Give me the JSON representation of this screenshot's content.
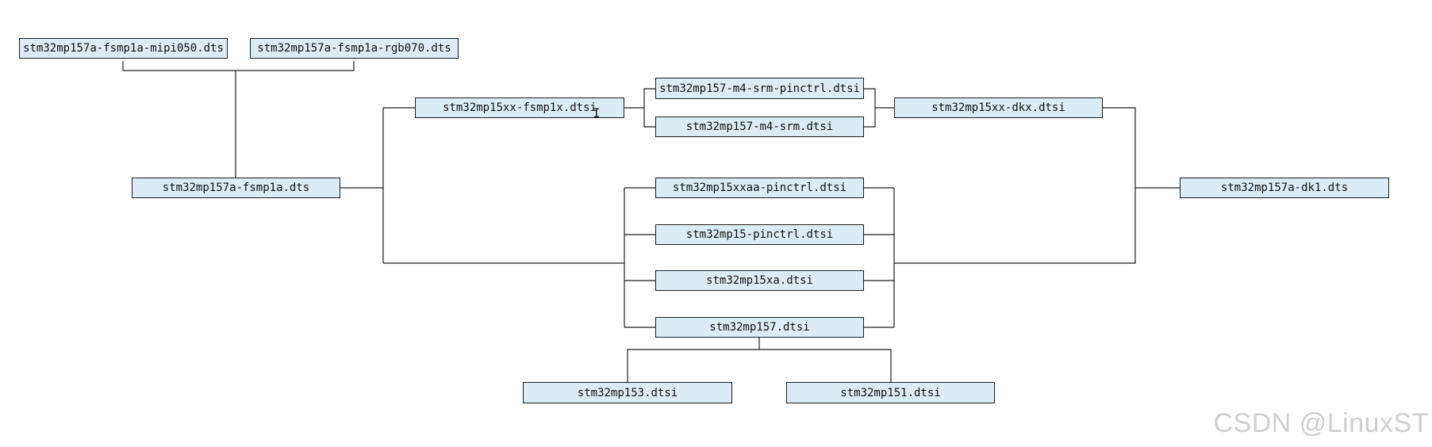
{
  "diagram": {
    "nodes": {
      "mipi050": "stm32mp157a-fsmp1a-mipi050.dts",
      "rgb070": "stm32mp157a-fsmp1a-rgb070.dts",
      "fsmp1a": "stm32mp157a-fsmp1a.dts",
      "fsmp1x": "stm32mp15xx-fsmp1x.dtsi",
      "m4_srm_pinctrl": "stm32mp157-m4-srm-pinctrl.dtsi",
      "m4_srm": "stm32mp157-m4-srm.dtsi",
      "dkx": "stm32mp15xx-dkx.dtsi",
      "dk1": "stm32mp157a-dk1.dts",
      "xxaa_pinctrl": "stm32mp15xxaa-pinctrl.dtsi",
      "pinctrl": "stm32mp15-pinctrl.dtsi",
      "xa": "stm32mp15xa.dtsi",
      "mp157": "stm32mp157.dtsi",
      "mp153": "stm32mp153.dtsi",
      "mp151": "stm32mp151.dtsi"
    },
    "colors": {
      "node_fill": "#dcecf4",
      "line": "#1d1d1d"
    }
  },
  "watermark": "CSDN @LinuxST"
}
